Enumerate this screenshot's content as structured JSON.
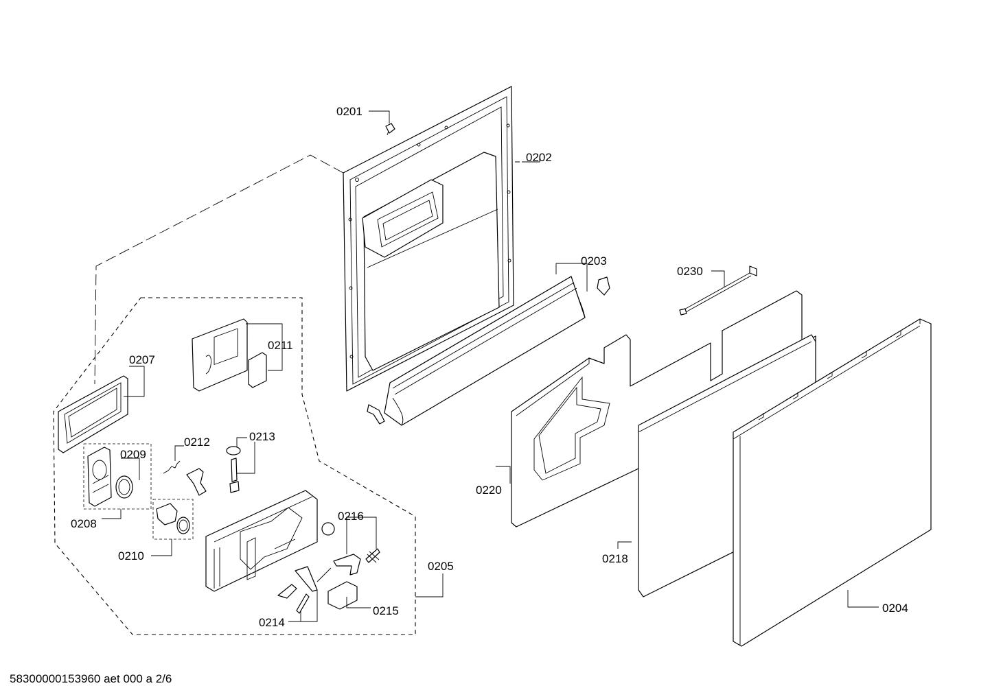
{
  "footer": "58300000153960 aet 000 a 2/6",
  "labels": {
    "p0201": "0201",
    "p0202": "0202",
    "p0203": "0203",
    "p0204": "0204",
    "p0205": "0205",
    "p0207": "0207",
    "p0208": "0208",
    "p0209": "0209",
    "p0210": "0210",
    "p0211": "0211",
    "p0212": "0212",
    "p0213": "0213",
    "p0214": "0214",
    "p0215": "0215",
    "p0216": "0216",
    "p0218": "0218",
    "p0220": "0220",
    "p0230": "0230"
  }
}
